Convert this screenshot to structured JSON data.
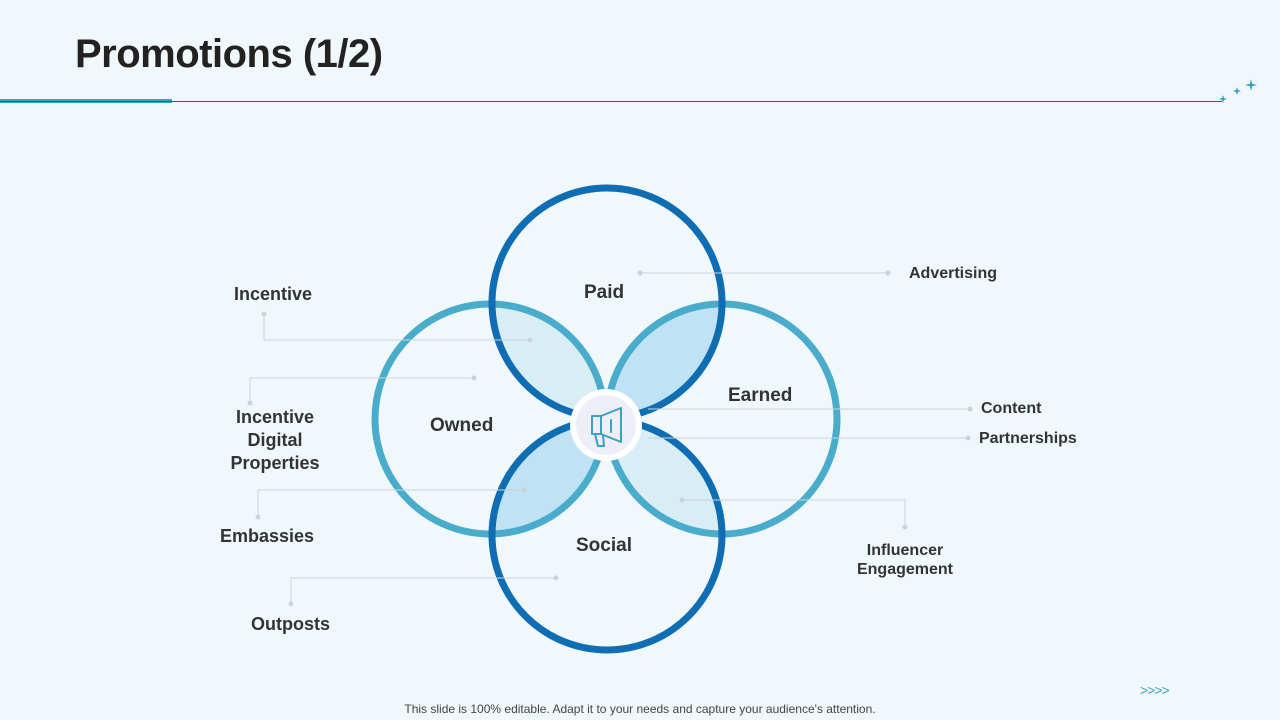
{
  "title": "Promotions (1/2)",
  "footer": "This slide is 100% editable. Adapt it to your needs and capture your audience's attention.",
  "nav_arrows": ">>>>",
  "center_icon": "megaphone-icon",
  "colors": {
    "dark_ring": "#0f6db4",
    "light_ring": "#4aaccb",
    "light_fill": "#bfe3f5",
    "pale_fill": "#d9eef4",
    "background": "#f1f8fb",
    "accent": "#3aa1bf"
  },
  "circles": {
    "paid": "Paid",
    "earned": "Earned",
    "owned": "Owned",
    "social": "Social"
  },
  "callouts": {
    "incentive": "Incentive",
    "incentive_digital": [
      "Incentive",
      "Digital",
      "Properties"
    ],
    "embassies": "Embassies",
    "outposts": "Outposts",
    "advertising": "Advertising",
    "content": "Content",
    "partnerships": "Partnerships",
    "influencer": [
      "Influencer",
      "Engagement"
    ]
  }
}
